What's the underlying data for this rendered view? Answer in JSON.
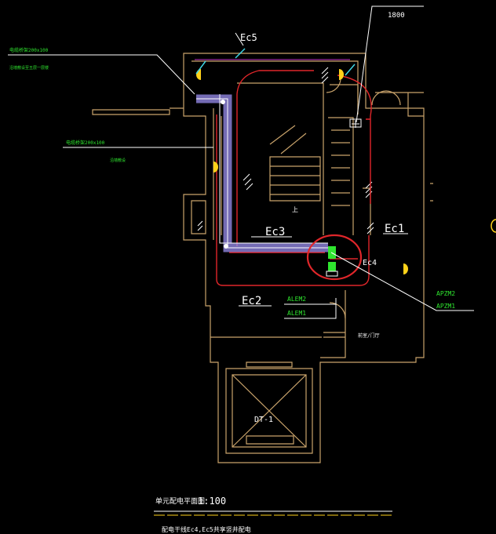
{
  "labels": {
    "ec5": "Ec5",
    "ec3": "Ec3",
    "ec2": "Ec2",
    "ec1": "Ec1",
    "ec4": "Ec4",
    "dt": "DT-1",
    "height_top": "1800",
    "aleme2": "ALEM2",
    "aleme1": "ALEM1",
    "apzm2": "APZM2",
    "apzm1": "APZM1",
    "note_tray1": "电缆桥架200x100",
    "note_tray1_sub": "沿墙敷设至五层一层楼",
    "note_tray2": "电缆桥架200x100",
    "note_tray2_sub": "沿墙敷设",
    "stair_up": "上",
    "room_text": "前室/门厅",
    "title": "单元配电平面图",
    "scale": "1:100",
    "footnote": "配电干线Ec4,Ec5共享竖井配电"
  },
  "colors": {
    "wall": "#c9a36b",
    "red": "#e0262a",
    "tray": "#9b8ff0",
    "green": "#2fe52f",
    "yellow": "#ffd21a",
    "white": "#ffffff",
    "cyan": "#3fd6e6",
    "magenta": "#c233c9"
  }
}
